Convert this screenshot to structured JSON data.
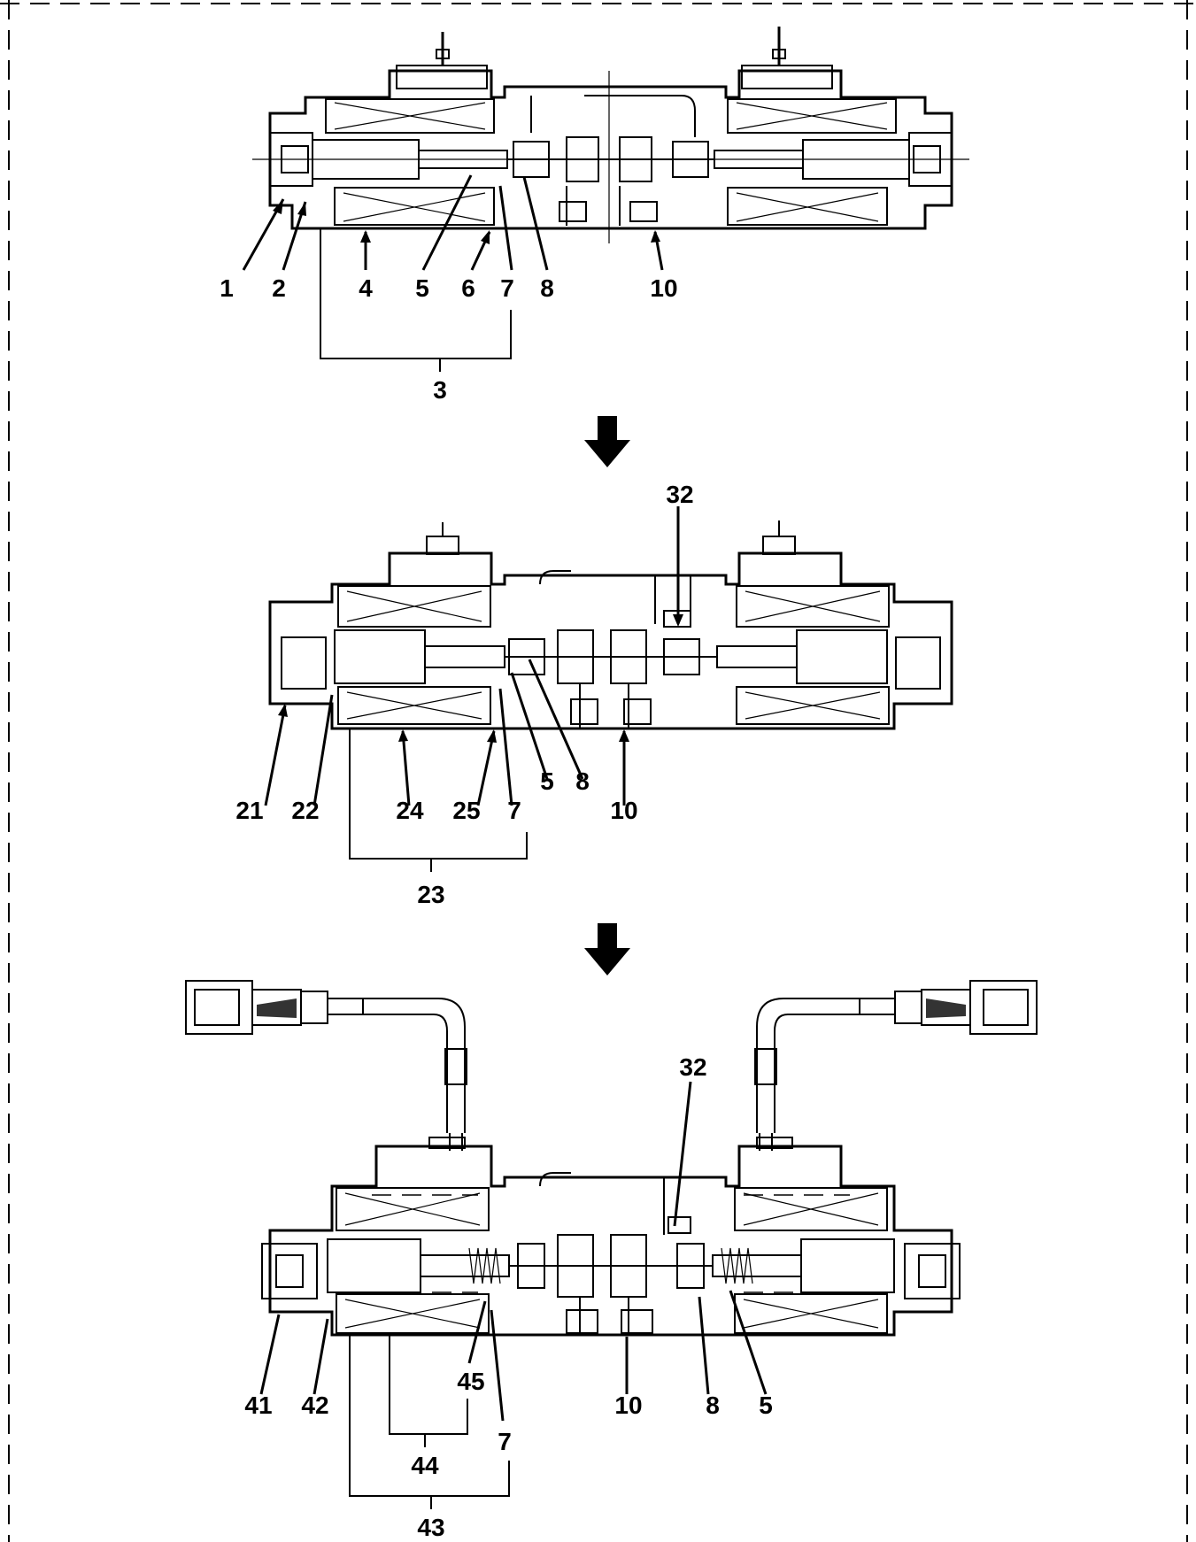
{
  "diagrams": [
    {
      "id": "top",
      "callouts": [
        {
          "text": "1"
        },
        {
          "text": "2"
        },
        {
          "text": "4"
        },
        {
          "text": "5"
        },
        {
          "text": "6"
        },
        {
          "text": "7"
        },
        {
          "text": "8"
        },
        {
          "text": "10"
        },
        {
          "text": "3"
        }
      ]
    },
    {
      "id": "middle",
      "callouts": [
        {
          "text": "32"
        },
        {
          "text": "21"
        },
        {
          "text": "22"
        },
        {
          "text": "24"
        },
        {
          "text": "25"
        },
        {
          "text": "7"
        },
        {
          "text": "5"
        },
        {
          "text": "8"
        },
        {
          "text": "10"
        },
        {
          "text": "23"
        }
      ]
    },
    {
      "id": "bottom",
      "callouts": [
        {
          "text": "32"
        },
        {
          "text": "41"
        },
        {
          "text": "42"
        },
        {
          "text": "45"
        },
        {
          "text": "10"
        },
        {
          "text": "8"
        },
        {
          "text": "5"
        },
        {
          "text": "7"
        },
        {
          "text": "44"
        },
        {
          "text": "43"
        }
      ]
    }
  ]
}
